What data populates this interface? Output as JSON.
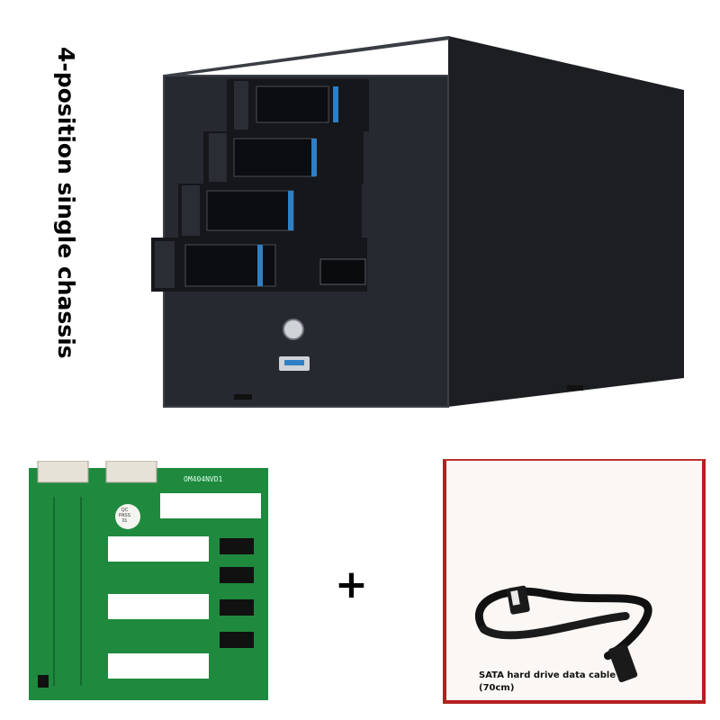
{
  "title": "4-position single chassis",
  "plus_sign": "+",
  "board": {
    "model_label": "OM404NVD1",
    "qc_label": "QC\nPASS\n01"
  },
  "cable": {
    "caption": "SATA hard drive data cable (70cm)"
  },
  "colors": {
    "chassis": "#22252b",
    "pcb": "#1f8a3e",
    "drive_accent": "#2f7fc4",
    "frame": "#b51f1f"
  }
}
